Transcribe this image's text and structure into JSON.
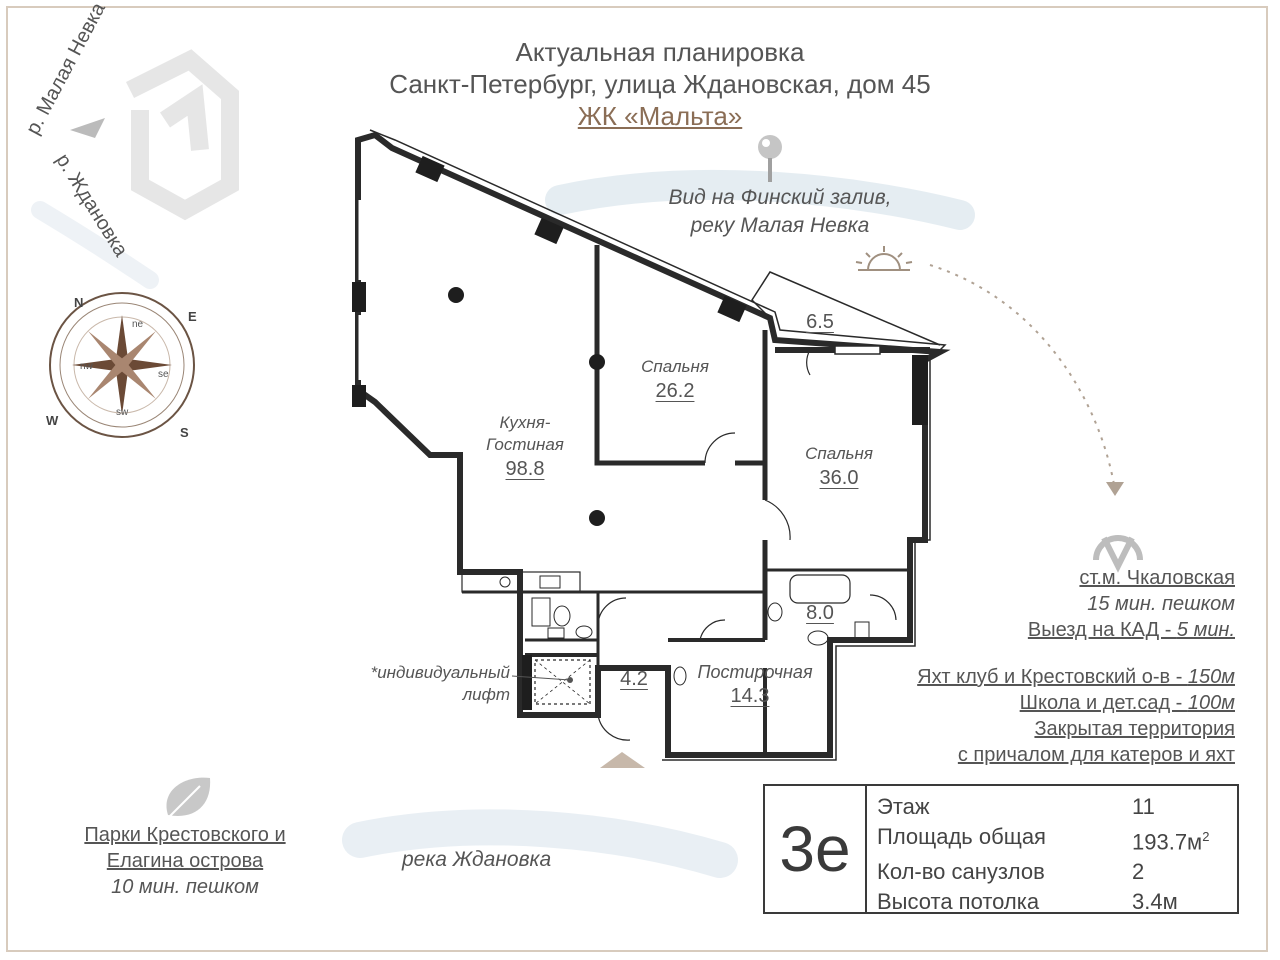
{
  "header": {
    "line1": "Актуальная планировка",
    "line2": "Санкт-Петербург, улица Ждановская, дом 45",
    "complex": "ЖК «Мальта»"
  },
  "rivers": {
    "malaya": "р. Малая Невка",
    "zhdanovka": "р. Ждановка",
    "bottom": "река Ждановка"
  },
  "view": {
    "line1": "Вид на Финский залив,",
    "line2": "реку Малая Невка"
  },
  "compass": {
    "north": "N",
    "east": "E",
    "south": "S",
    "west": "W",
    "ne": "ne",
    "se": "se",
    "sw": "sw",
    "nw": "nw"
  },
  "rooms": {
    "living": {
      "label1": "Кухня-",
      "label2": "Гостиная",
      "area": "98.8"
    },
    "bedroom1": {
      "label": "Спальня",
      "area": "26.2"
    },
    "bedroom2": {
      "label": "Спальня",
      "area": "36.0"
    },
    "balcony": {
      "area": "6.5"
    },
    "bath2": {
      "area": "8.0"
    },
    "hall": {
      "area": "4.2"
    },
    "laundry": {
      "label": "Постирочная",
      "area": "14.3"
    }
  },
  "lift": {
    "line1": "*индивидуальный",
    "line2": "лифт"
  },
  "metro": {
    "station": "ст.м. Чкаловская",
    "walk": "15 мин. пешком",
    "kad_prefix": "Выезд на КАД - ",
    "kad_time": "5 мин."
  },
  "features": {
    "yacht_prefix": "Яхт клуб и Крестовский о-в - ",
    "yacht_dist": "150м",
    "school_prefix": "Школа и дет.сад - ",
    "school_dist": "100м",
    "closed_line1": "Закрытая территория",
    "closed_line2": "с причалом для катеров и яхт"
  },
  "parks": {
    "line1": "Парки Крестовского и",
    "line2": "Елагина острова",
    "walk": "10 мин. пешком"
  },
  "info": {
    "code": "3е",
    "rows": [
      {
        "key": "Этаж",
        "value": "11"
      },
      {
        "key": "Площадь общая",
        "value": "193.7м"
      },
      {
        "key": "Кол-во санузлов",
        "value": "2"
      },
      {
        "key": "Высота потолка",
        "value": "3.4м"
      }
    ],
    "area_sup": "2"
  },
  "colors": {
    "accent": "#8a6d55",
    "wall": "#2a2a2a",
    "frame": "#d8cbbd"
  }
}
